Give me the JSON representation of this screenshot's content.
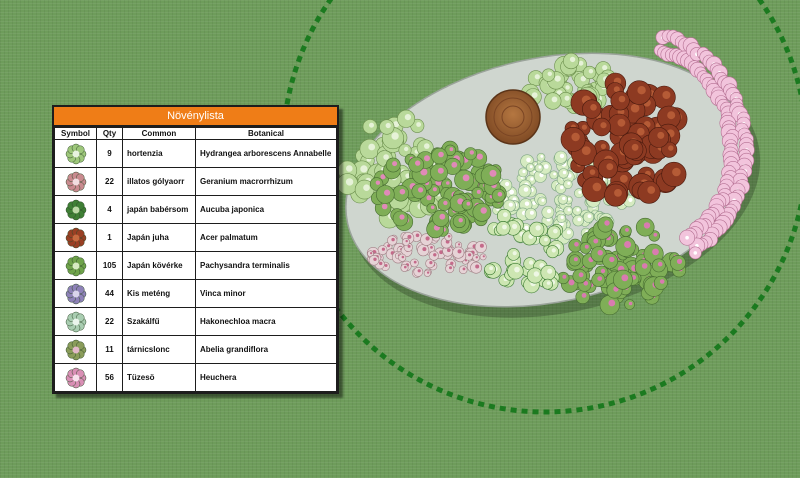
{
  "legend": {
    "title": "Növénylista",
    "headers": {
      "symbol": "Symbol",
      "qty": "Qty",
      "common": "Common",
      "botanical": "Botanical"
    },
    "plants": [
      {
        "qty": "9",
        "common": "hortenzia",
        "botanical": "Hydrangea arborescens Annabelle",
        "icon": "hydrangea-icon",
        "color": "#9ec77b",
        "accent": "#e8f3e0"
      },
      {
        "qty": "22",
        "common": "illatos gólyaorr",
        "botanical": "Geranium  macrorrhizum",
        "icon": "geranium-icon",
        "color": "#c98a8f",
        "accent": "#f2dde0"
      },
      {
        "qty": "4",
        "common": "japán babérsom",
        "botanical": "Aucuba japonica",
        "icon": "aucuba-icon",
        "color": "#3f7f35",
        "accent": "#bcd9a6"
      },
      {
        "qty": "1",
        "common": "Japán juha",
        "botanical": "Acer palmatum",
        "icon": "maple-icon",
        "color": "#9a3f24",
        "accent": "#c76a40"
      },
      {
        "qty": "105",
        "common": "Japán kövérke",
        "botanical": "Pachysandra terminalis",
        "icon": "pachysandra-icon",
        "color": "#6fa34b",
        "accent": "#d6ebc1"
      },
      {
        "qty": "44",
        "common": "Kis meténg",
        "botanical": "Vinca minor",
        "icon": "vinca-icon",
        "color": "#8e82b8",
        "accent": "#d9d4ec"
      },
      {
        "qty": "22",
        "common": "Szakálfű",
        "botanical": "Hakonechloa macra",
        "icon": "grass-icon",
        "color": "#a9cdb1",
        "accent": "#eaf5ec"
      },
      {
        "qty": "11",
        "common": "tárnicslonc",
        "botanical": "Abelia grandiflora",
        "icon": "abelia-icon",
        "color": "#8a9c5a",
        "accent": "#e3b9c9"
      },
      {
        "qty": "56",
        "common": "Tüzesö",
        "botanical": "Heuchera",
        "icon": "heuchera-icon",
        "color": "#d98fb5",
        "accent": "#f8e0ec"
      }
    ]
  },
  "colors": {
    "lawn": "#6e9c5b",
    "path_circle": "#1b7a1f",
    "bed": "#cfd6cf",
    "pink_flowers": "#f2c4dc",
    "maple": "#8d3a22",
    "tree_stump": "#9a5d33",
    "ground_cover": "#d6ebc1"
  }
}
